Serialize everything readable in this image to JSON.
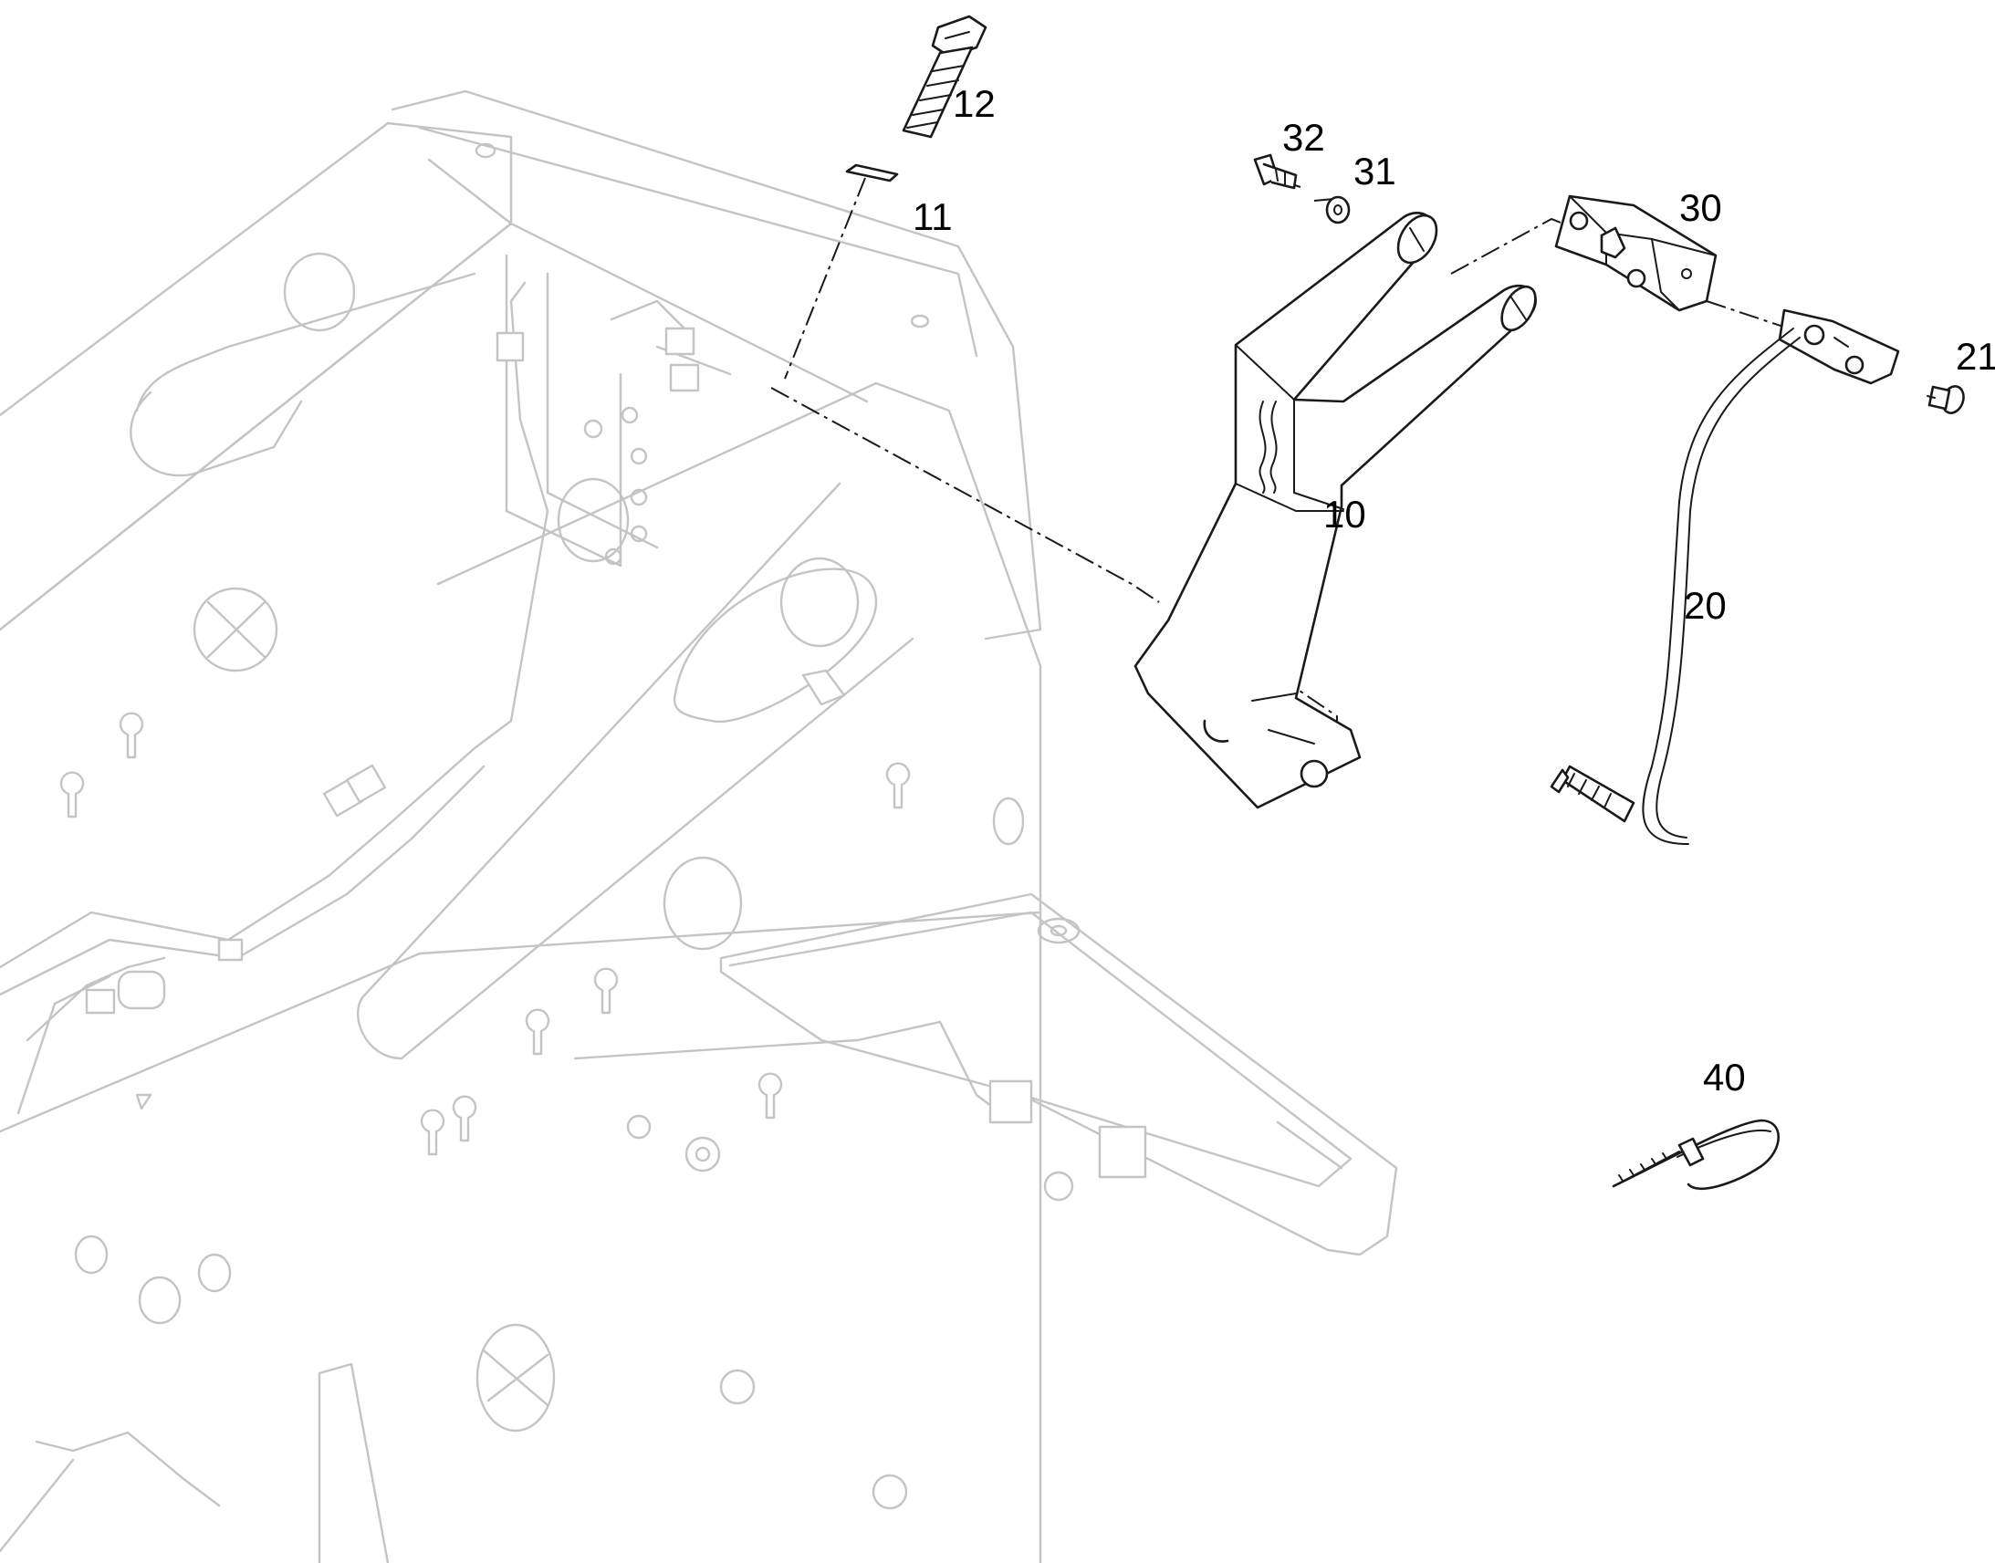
{
  "callouts": {
    "c10": "10",
    "c11": "11",
    "c12": "12",
    "c20": "20",
    "c21": "21",
    "c30": "30",
    "c31": "31",
    "c32": "32",
    "c40": "40"
  },
  "colors": {
    "line": "#1a1a1a",
    "background_line": "#c4c4c4",
    "background": "#ffffff"
  }
}
